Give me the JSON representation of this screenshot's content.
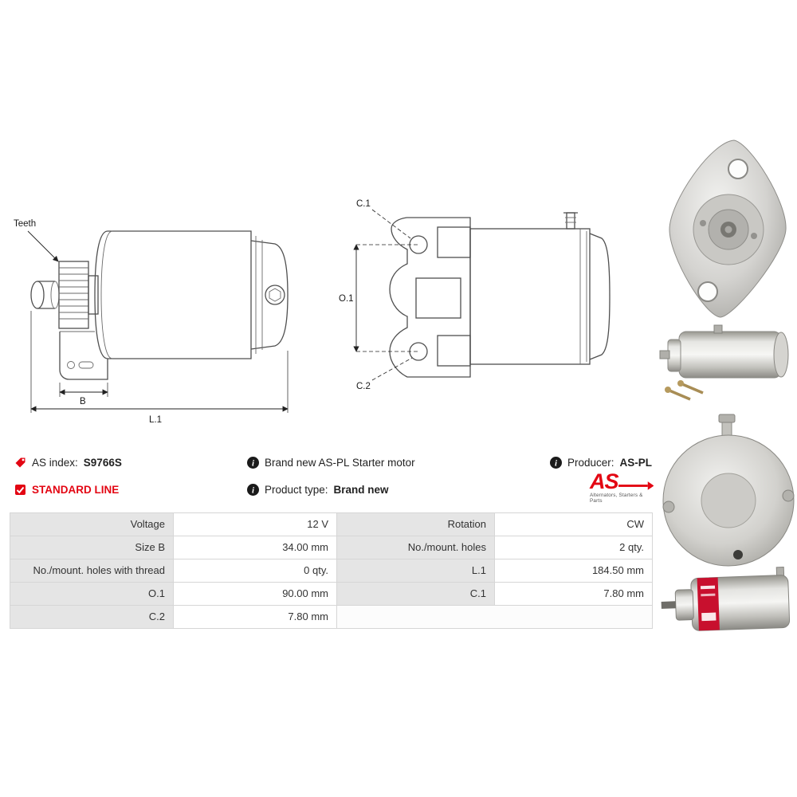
{
  "accent_color": "#e30613",
  "diagram_side": {
    "teeth_label": "Teeth",
    "dim_b": "B",
    "dim_l1": "L.1"
  },
  "diagram_front": {
    "dim_c1": "C.1",
    "dim_o1": "O.1",
    "dim_c2": "C.2"
  },
  "info": {
    "as_index_label": "AS index:",
    "as_index_value": "S9766S",
    "standard_line_label": "STANDARD LINE",
    "description": "Brand new AS-PL Starter motor",
    "product_type_label": "Product type:",
    "product_type_value": "Brand new",
    "producer_label": "Producer:",
    "producer_value": "AS-PL"
  },
  "logo": {
    "text": "AS",
    "tagline": "Alternators, Starters & Parts"
  },
  "spec_table": {
    "rows": [
      {
        "label1": "Voltage",
        "value1": "12 V",
        "label2": "Rotation",
        "value2": "CW"
      },
      {
        "label1": "Size B",
        "value1": "34.00 mm",
        "label2": "No./mount. holes",
        "value2": "2 qty."
      },
      {
        "label1": "No./mount. holes with thread",
        "value1": "0 qty.",
        "label2": "L.1",
        "value2": "184.50 mm"
      },
      {
        "label1": "O.1",
        "value1": "90.00 mm",
        "label2": "C.1",
        "value2": "7.80 mm"
      },
      {
        "label1": "C.2",
        "value1": "7.80 mm"
      }
    ]
  }
}
